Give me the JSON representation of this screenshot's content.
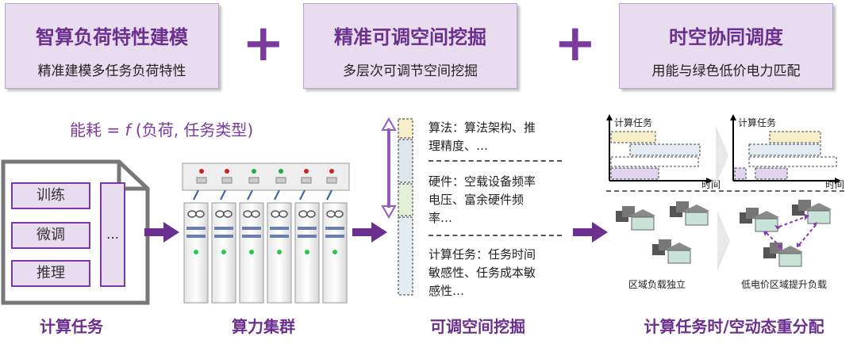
{
  "top_boxes": [
    {
      "title": "智算负荷特性建模",
      "subtitle": "精准建模多任务负荷特性"
    },
    {
      "title": "精准可调空间挖掘",
      "subtitle": "多层次可调节空间挖掘"
    },
    {
      "title": "时空协同调度",
      "subtitle": "用能与绿色低价电力匹配"
    }
  ],
  "plus_sign": "+",
  "formula": {
    "prefix": "能耗  =",
    "f": "f",
    "args": "(负荷, 任务类型)"
  },
  "tasks": {
    "items": [
      "训练",
      "微调",
      "推理"
    ],
    "more": "…"
  },
  "mining": {
    "algo": [
      "算法：算法架构、推",
      "理精度、…"
    ],
    "hardware": [
      "硬件：空载设备频率",
      "电压、富余硬件频",
      "率…"
    ],
    "task": [
      "计算任务：任务时间",
      "敏感性、任务成本敏",
      "感性…"
    ]
  },
  "charts": {
    "y_label": "计算任务",
    "x_label": "时间"
  },
  "regions": {
    "left_caption": "区域负载独立",
    "right_caption": "低电价区域提升负载"
  },
  "captions": [
    "计算任务",
    "算力集群",
    "可调空间挖掘",
    "计算任务时/空动态重分配"
  ],
  "colors": {
    "accent": "#7a3aa0",
    "box_fill": "#e8dcef",
    "title": "#6b2f8f"
  }
}
